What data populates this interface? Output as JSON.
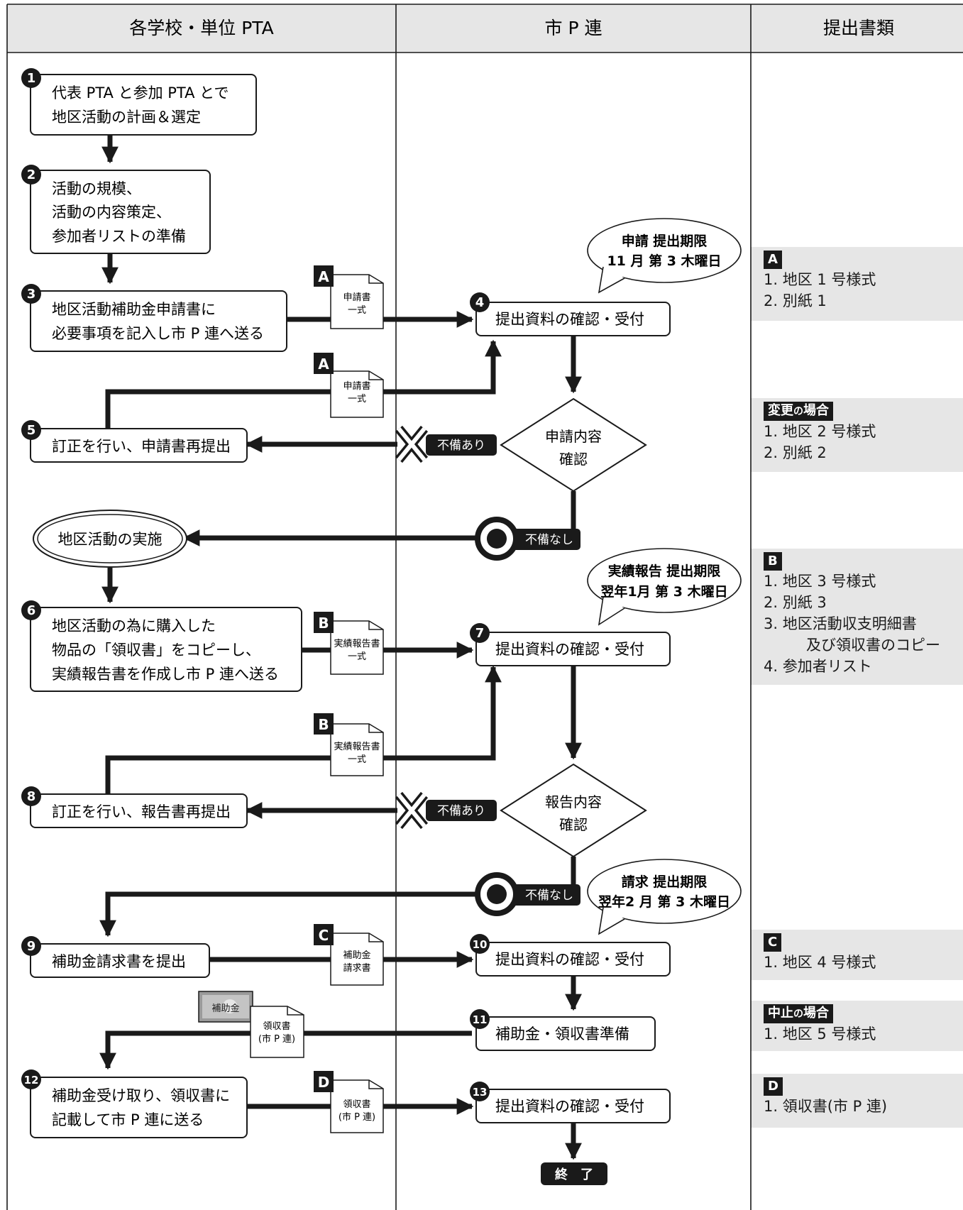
{
  "columns": [
    "各学校・単位 PTA",
    "市 P 連",
    "提出書類"
  ],
  "steps": {
    "s1": [
      "代表 PTA と参加 PTA とで",
      "地区活動の計画＆選定"
    ],
    "s2": [
      "活動の規模、",
      "活動の内容策定、",
      "参加者リストの準備"
    ],
    "s3": [
      "地区活動補助金申請書に",
      "必要事項を記入し市 P 連へ送る"
    ],
    "s4": "提出資料の確認・受付",
    "s5": "訂正を行い、申請書再提出",
    "implement": "地区活動の実施",
    "s6": [
      "地区活動の為に購入した",
      "物品の「領収書」をコピーし、",
      "実績報告書を作成し市 P 連へ送る"
    ],
    "s7": "提出資料の確認・受付",
    "s8": "訂正を行い、報告書再提出",
    "s9": "補助金請求書を提出",
    "s10": "提出資料の確認・受付",
    "s11": "補助金・領収書準備",
    "s12": [
      "補助金受け取り、領収書に",
      "記載して市 P 連に送る"
    ],
    "s13": "提出資料の確認・受付",
    "end": "終　了"
  },
  "decisions": {
    "d1": [
      "申請内容",
      "確認"
    ],
    "d2": [
      "報告内容",
      "確認"
    ]
  },
  "outcomes": {
    "ng": "不備あり",
    "ok": "不備なし"
  },
  "deadlines": {
    "b1": [
      "申請 提出期限",
      "11 月 第 3 木曜日"
    ],
    "b2": [
      "実績報告 提出期限",
      "翌年1月 第 3 木曜日"
    ],
    "b3": [
      "請求 提出期限",
      "翌年2 月 第 3 木曜日"
    ]
  },
  "docs": {
    "app": [
      "申請書",
      "一式"
    ],
    "report": [
      "実績報告書",
      "一式"
    ],
    "claim": [
      "補助金",
      "請求書"
    ],
    "receipt": [
      "領収書",
      "(市 P 連)"
    ],
    "money": "補助金"
  },
  "sidebar": {
    "A": {
      "label": "A",
      "items": [
        "1. 地区 1 号様式",
        "2. 別紙 1"
      ]
    },
    "change": {
      "label_main": "変更",
      "label_no": "の",
      "label_end": "場合",
      "items": [
        "1. 地区 2 号様式",
        "2. 別紙 2"
      ]
    },
    "B": {
      "label": "B",
      "items": [
        "1. 地区 3 号様式",
        "2. 別紙 3",
        "3. 地区活動収支明細書",
        "及び領収書のコピー",
        "4. 参加者リスト"
      ]
    },
    "C": {
      "label": "C",
      "items": [
        "1. 地区 4 号様式"
      ]
    },
    "cancel": {
      "label_main": "中止",
      "label_no": "の",
      "label_end": "場合",
      "items": [
        "1. 地区 5 号様式"
      ]
    },
    "D": {
      "label": "D",
      "items": [
        "1. 領収書(市 P 連)"
      ]
    }
  },
  "colors": {
    "ink": "#1a1a1a",
    "header_bg": "#e6e6e6",
    "panel_bg": "#e6e6e6"
  }
}
